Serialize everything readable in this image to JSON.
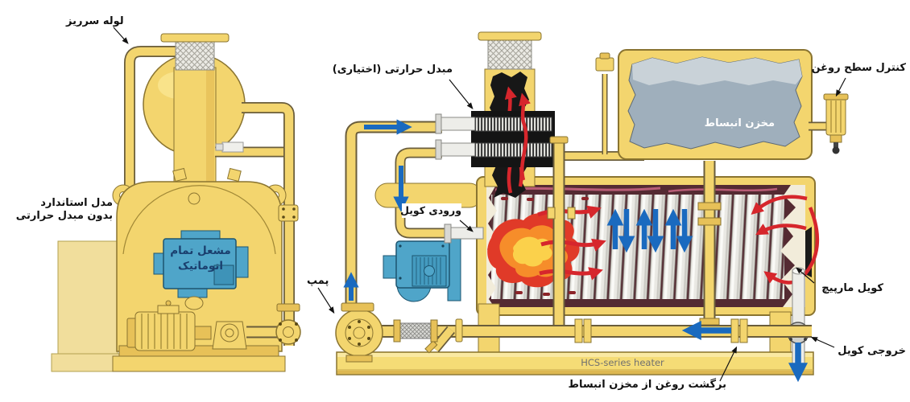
{
  "diagram": {
    "labels": {
      "overflow_pipe": "لوله سرریز",
      "standard_model_line1": "مدل استاندارد",
      "standard_model_line2": "بدون مبدل حرارتی",
      "automatic_burner_line1": "مشعل تمام",
      "automatic_burner_line2": "اتوماتیک",
      "heat_exchanger_optional": "مبدل حرارتی (اختیاری)",
      "expansion_tank": "مخزن انبساط",
      "oil_level_control": "کنترل سطح روغن",
      "coil_inlet": "ورودی کویل",
      "pump": "پمپ",
      "spiral_coil": "کویل مارپیچ",
      "coil_outlet": "خروجی کویل",
      "series_caption": "HCS-series heater",
      "oil_return_from_expansion_tank": "برگشت روغن از مخزن انبساط"
    },
    "colors": {
      "machine_yellow": "#F3D56E",
      "machine_yellow_dark": "#E7C158",
      "burner_blue": "#4FA5C9",
      "combustion_chamber_maroon": "#542A32",
      "tank_liquid_gray": "#9FAFBC",
      "hot_flow_red": "#D6262C",
      "oil_flow_blue": "#1A6ABF",
      "flame_orange": "#F68D2A"
    }
  }
}
